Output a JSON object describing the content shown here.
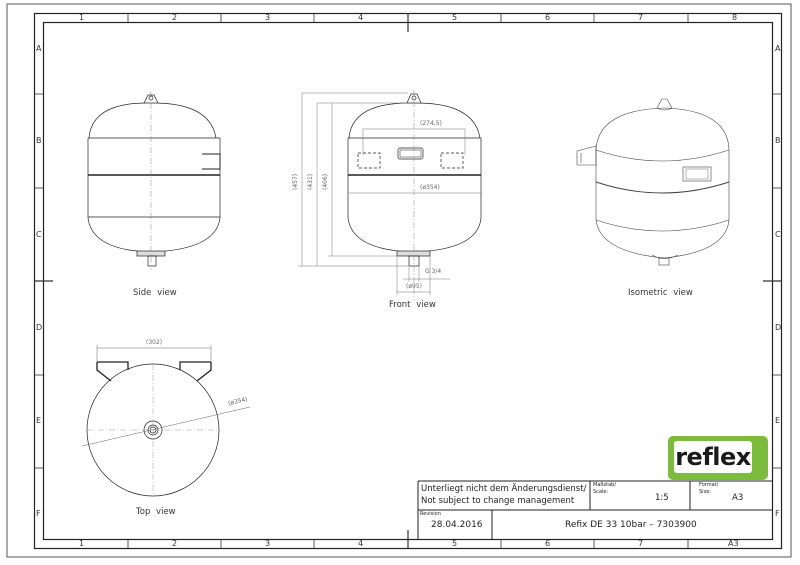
{
  "frame": {
    "columns": [
      "1",
      "2",
      "3",
      "4",
      "5",
      "6",
      "7",
      "8"
    ],
    "bottom_columns": [
      "1",
      "2",
      "3",
      "4",
      "5",
      "6",
      "7",
      "A3"
    ],
    "rows": [
      "A",
      "B",
      "C",
      "D",
      "E",
      "F"
    ]
  },
  "views": {
    "side": {
      "label": "Side view"
    },
    "front": {
      "label": "Front view",
      "dims": {
        "overall_height": "(457)",
        "height_2": "(431)",
        "height_3": "(406)",
        "bracket_spacing": "(274,5)",
        "diameter": "(ø354)",
        "thread": "G 3/4",
        "foot_diameter": "(ø95)"
      }
    },
    "isometric": {
      "label": "Isometric view"
    },
    "top": {
      "label": "Top view",
      "dims": {
        "bracket_width": "(302)",
        "diameter": "(ø354)"
      }
    }
  },
  "logo": {
    "text": "reflex",
    "brand_color": "#7dbb3c"
  },
  "title_block": {
    "notice_de": "Unterliegt nicht dem Änderungsdienst/",
    "notice_en": "Not subject to change management",
    "scale_label": "Maßstab/",
    "scale_label_en": "Scale:",
    "scale_value": "1:5",
    "format_label": "Format/",
    "format_label_en": "Size:",
    "format_value": "A3",
    "revision_label": "Revision",
    "revision_date": "28.04.2016",
    "product": "Refix DE 33 10bar  –  7303900"
  }
}
